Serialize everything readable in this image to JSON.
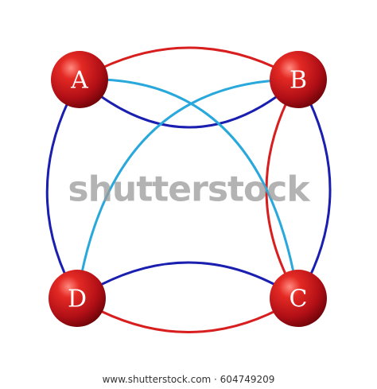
{
  "colors": {
    "red_edge": "#d81e1e",
    "dark_blue_edge": "#1a1fb0",
    "light_blue_edge": "#29a8dc",
    "node_fill": "#c8141b"
  },
  "nodes": {
    "a": "A",
    "b": "B",
    "c": "C",
    "d": "D"
  },
  "watermark": "shutterstock",
  "footer": "www.shutterstock.com · 604749209"
}
